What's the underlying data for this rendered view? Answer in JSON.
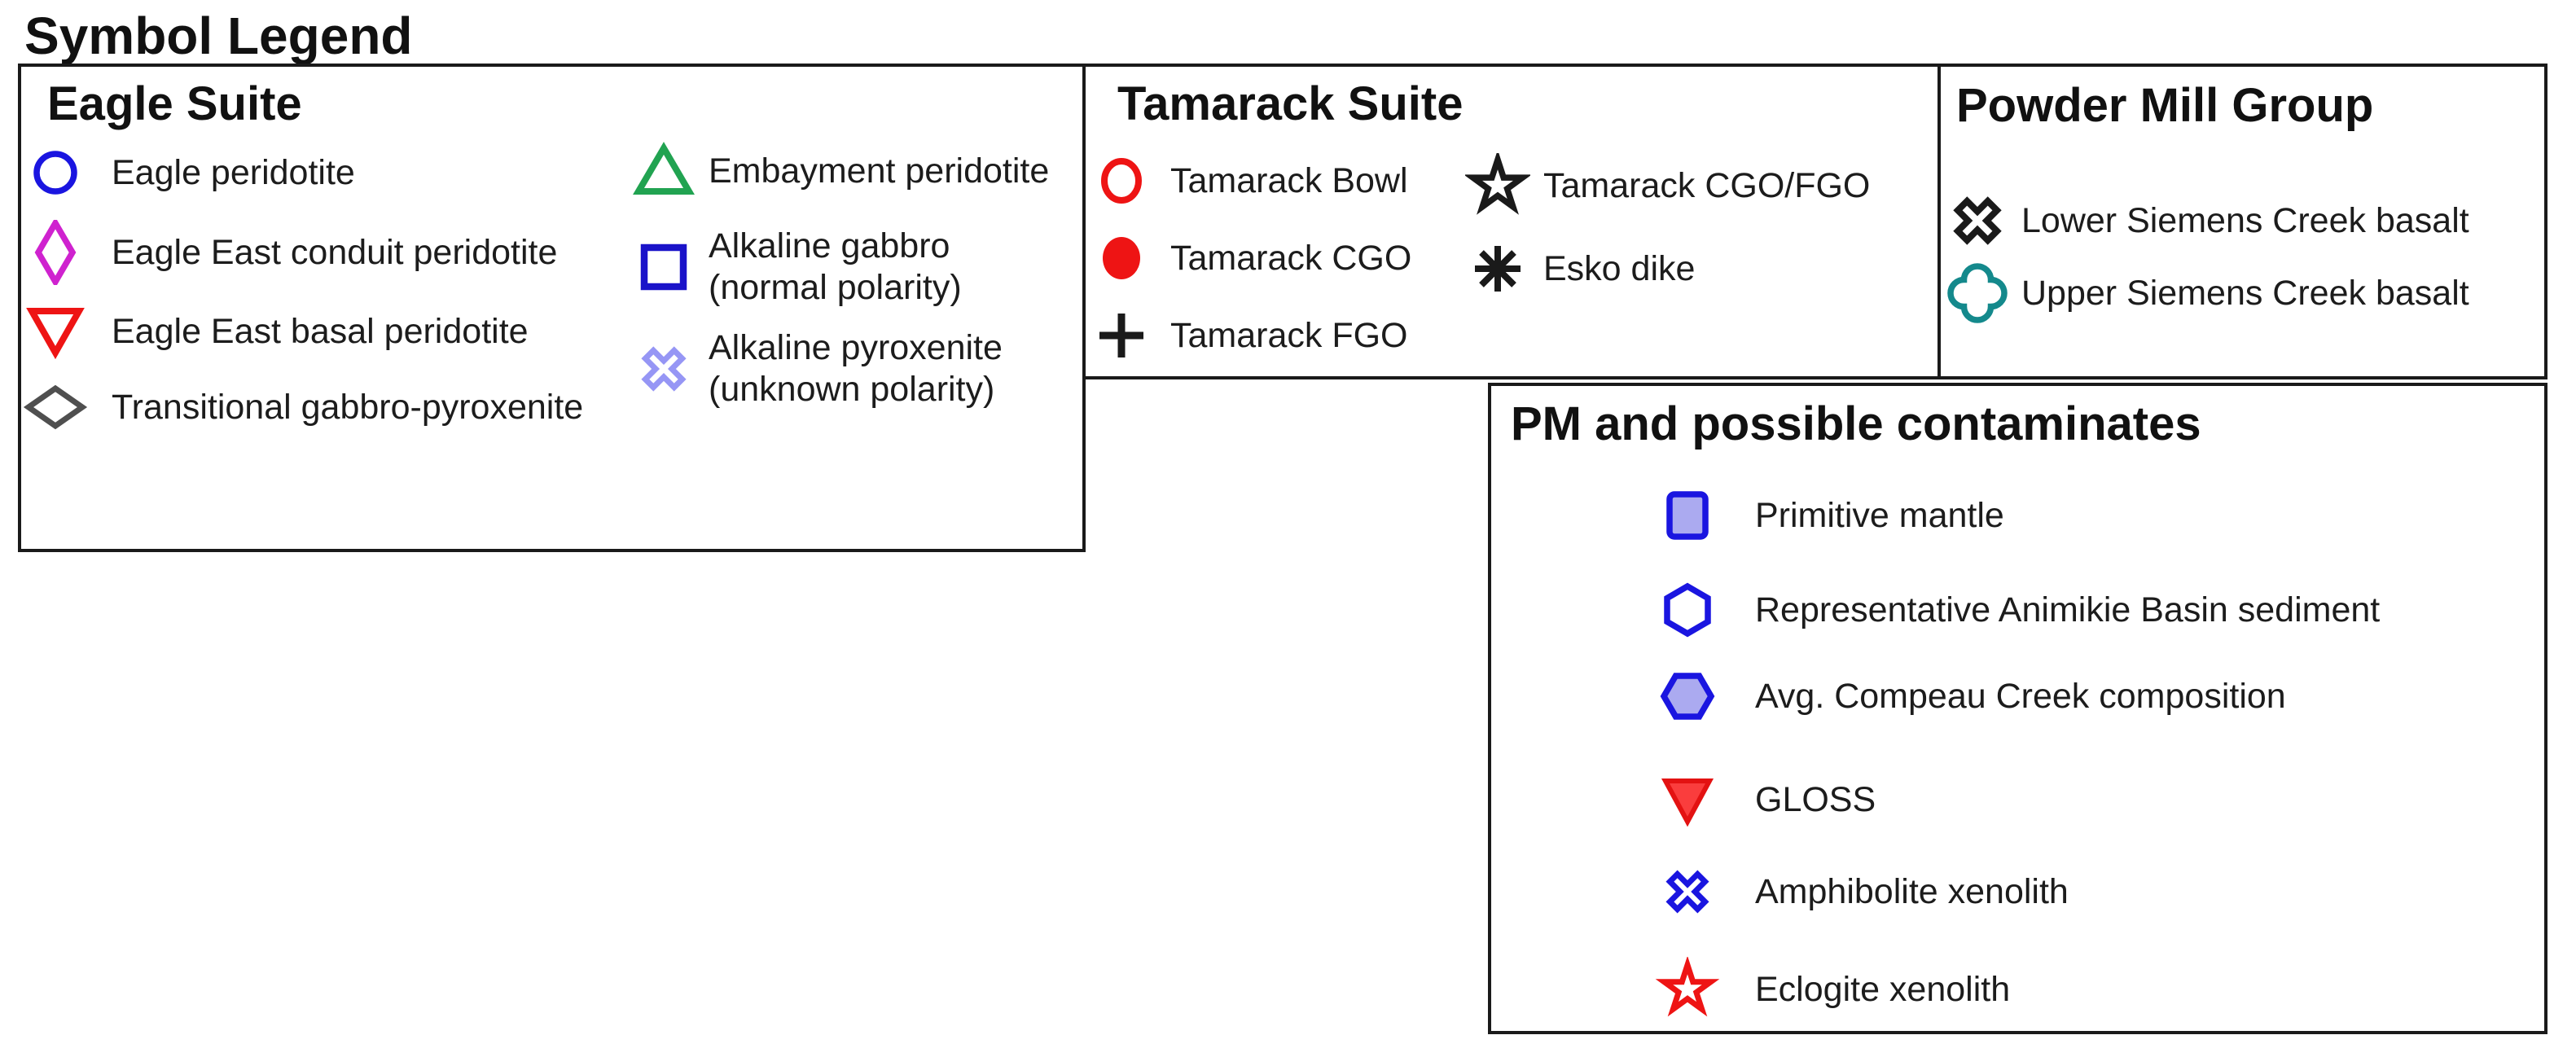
{
  "page": {
    "title": "Symbol Legend"
  },
  "palette": {
    "blue": "#1a15e0",
    "dark_blue": "#1a13c9",
    "magenta": "#cf22cf",
    "red": "#ee1414",
    "red_dark": "#e31212",
    "red_fill": "#fa3d3d",
    "gray": "#4f4f4f",
    "green": "#21a351",
    "periwinkle": "#9696f5",
    "teal": "#14898c",
    "black": "#1a1a1a",
    "lavender_fill": "#abaaf0",
    "white": "#ffffff",
    "text": "#1c1c1c",
    "border": "#1a1a1a"
  },
  "sections": [
    {
      "title": "Eagle Suite",
      "items": [
        {
          "symbol": "open-circle",
          "color": "blue",
          "label": "Eagle peridotite"
        },
        {
          "symbol": "open-diamond-tall",
          "color": "magenta",
          "label": "Eagle East conduit peridotite"
        },
        {
          "symbol": "open-triangle-down",
          "color": "red",
          "label": "Eagle East basal peridotite"
        },
        {
          "symbol": "open-diamond-wide",
          "color": "gray",
          "label": "Transitional gabbro-pyroxenite"
        },
        {
          "symbol": "open-triangle-up",
          "color": "green",
          "label": "Embayment peridotite"
        },
        {
          "symbol": "open-square",
          "color": "dark_blue",
          "label": "Alkaline gabbro",
          "label2": "(normal polarity)"
        },
        {
          "symbol": "open-x",
          "color": "periwinkle",
          "label": "Alkaline pyroxenite",
          "label2": "(unknown polarity)"
        }
      ]
    },
    {
      "title": "Tamarack Suite",
      "items": [
        {
          "symbol": "open-circle",
          "color": "red",
          "label": "Tamarack Bowl"
        },
        {
          "symbol": "filled-circle",
          "color": "red",
          "label": "Tamarack CGO"
        },
        {
          "symbol": "plus",
          "color": "black",
          "label": "Tamarack FGO"
        },
        {
          "symbol": "open-star",
          "color": "black",
          "label": "Tamarack CGO/FGO"
        },
        {
          "symbol": "asterisk",
          "color": "black",
          "label": "Esko dike"
        }
      ]
    },
    {
      "title": "Powder Mill Group",
      "items": [
        {
          "symbol": "open-x",
          "color": "black",
          "label": "Lower Siemens Creek basalt"
        },
        {
          "symbol": "open-clover",
          "color": "teal",
          "label": "Upper Siemens Creek basalt"
        }
      ]
    },
    {
      "title": "PM and possible contaminates",
      "items": [
        {
          "symbol": "filled-square-rounded",
          "color": "blue",
          "fill": "lavender_fill",
          "label": "Primitive mantle"
        },
        {
          "symbol": "open-hexagon-vertical",
          "color": "blue",
          "fill": "white",
          "label": "Representative Animikie Basin sediment"
        },
        {
          "symbol": "filled-hexagon-wide",
          "color": "blue",
          "fill": "lavender_fill",
          "label": "Avg. Compeau Creek composition"
        },
        {
          "symbol": "filled-triangle-down",
          "color": "red_dark",
          "fill": "red_fill",
          "label": "GLOSS"
        },
        {
          "symbol": "open-x",
          "color": "blue",
          "label": "Amphibolite xenolith"
        },
        {
          "symbol": "open-star",
          "color": "red",
          "label": "Eclogite xenolith"
        }
      ]
    }
  ]
}
